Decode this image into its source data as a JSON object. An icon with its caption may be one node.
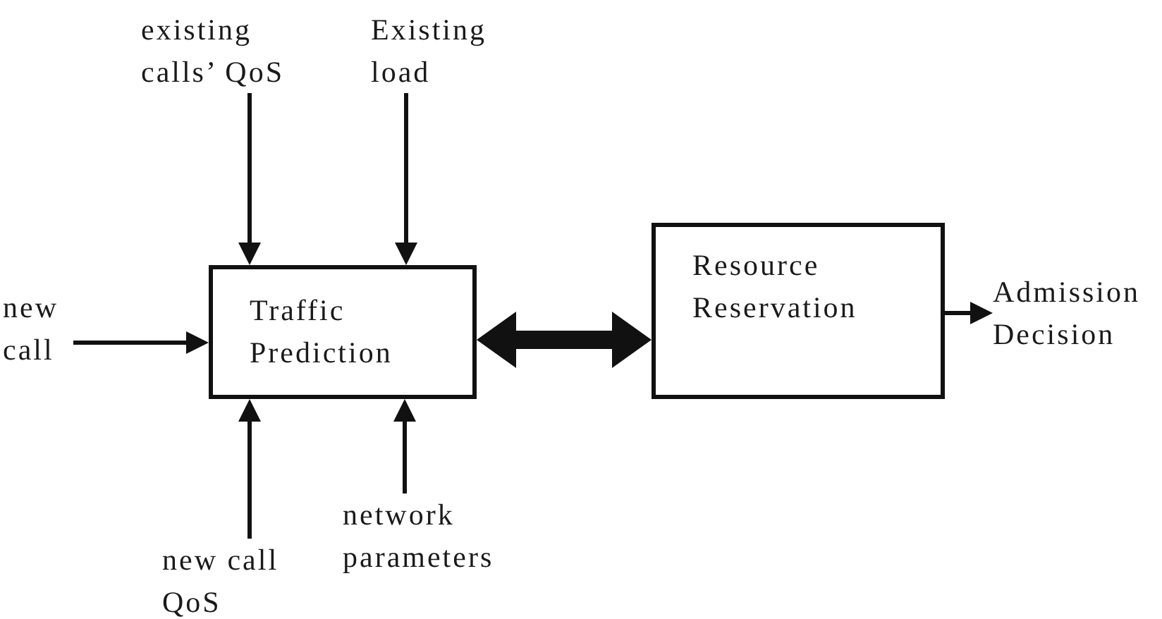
{
  "diagram": {
    "nodes": [
      {
        "text": [
          "existing calls’ QoS"
        ]
      },
      {
        "text": [
          "Existing load"
        ]
      },
      {
        "text": [
          "new call"
        ]
      },
      {
        "text": [
          "Traffic Prediction"
        ]
      },
      {
        "text": [
          "Resource Reservation"
        ]
      },
      {
        "text": [
          "new call QoS"
        ]
      },
      {
        "text": [
          "network parameters"
        ]
      },
      {
        "text": [
          "Admission Decision"
        ]
      }
    ],
    "edges": [
      {
        "from": 0,
        "to": 3,
        "arrow": "to"
      },
      {
        "from": 1,
        "to": 3,
        "arrow": "to"
      },
      {
        "from": 2,
        "to": 3,
        "arrow": "to"
      },
      {
        "from": 5,
        "to": 3,
        "arrow": "to"
      },
      {
        "from": 6,
        "to": 3,
        "arrow": "to"
      },
      {
        "from": 3,
        "to": 4,
        "arrow": "both",
        "style": "thick"
      },
      {
        "from": 4,
        "to": 7,
        "arrow": "to"
      }
    ]
  }
}
